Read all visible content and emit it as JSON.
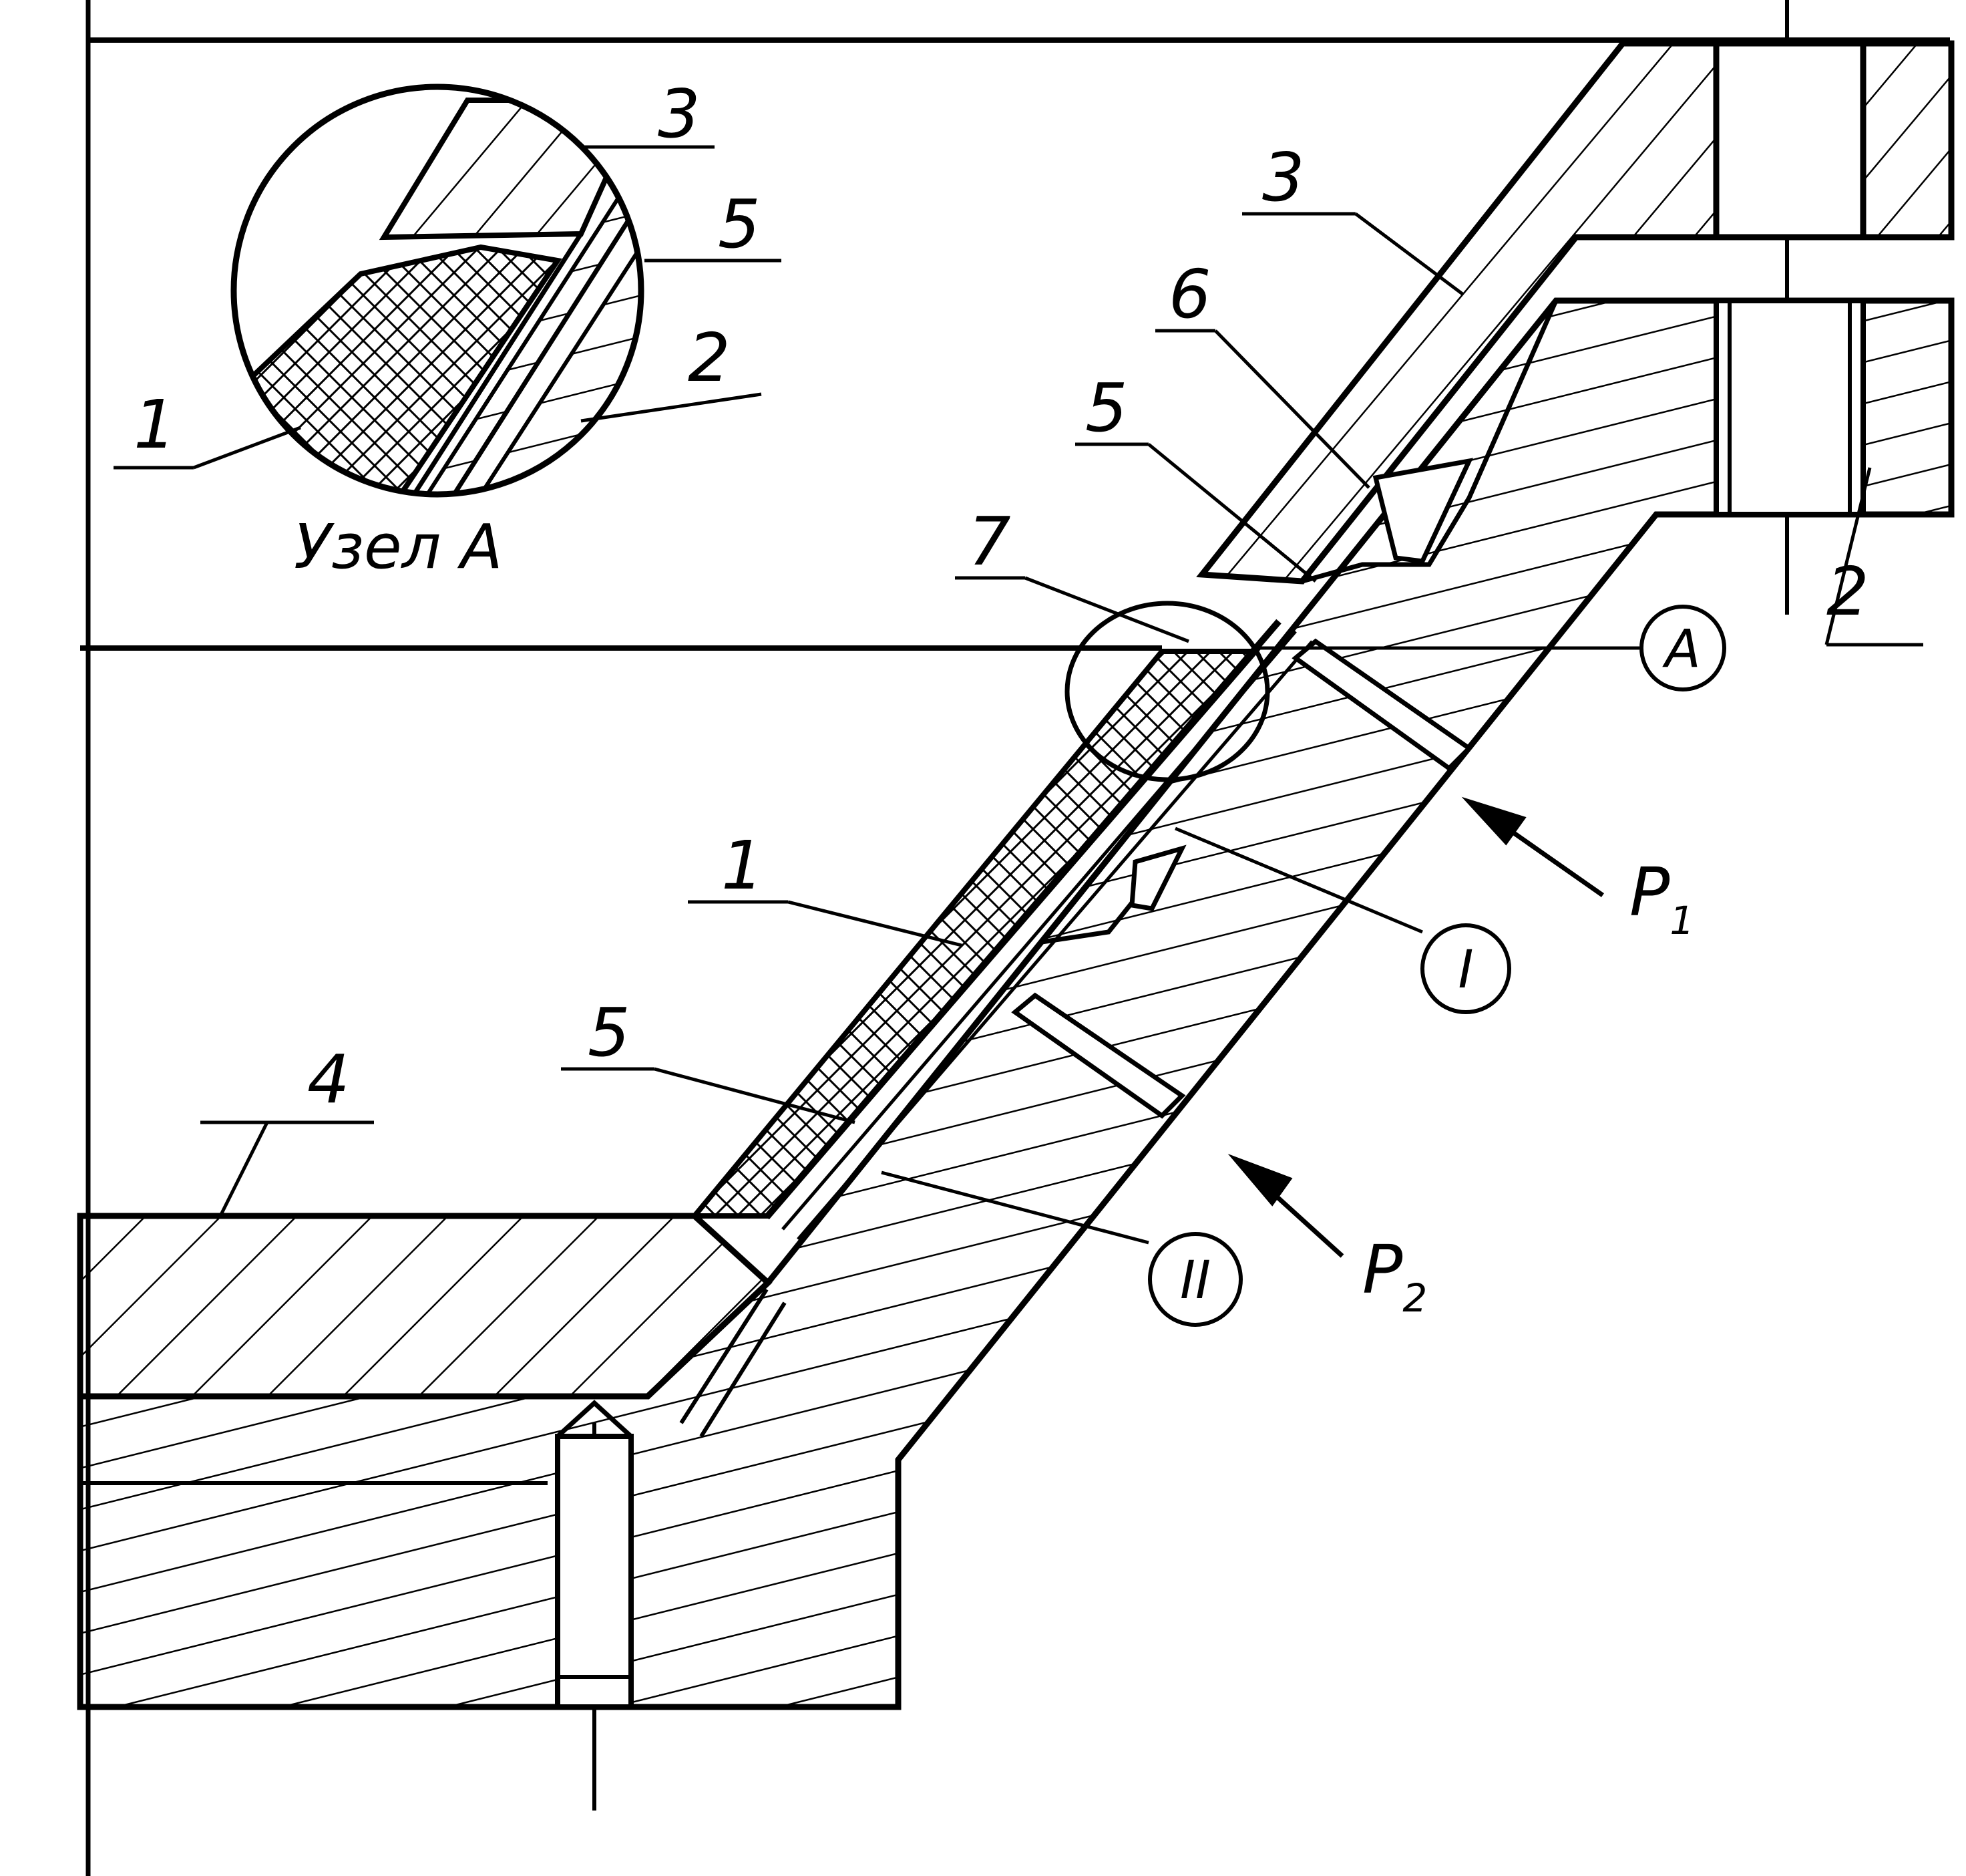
{
  "title": "",
  "detail_view": {
    "caption": "Узел A",
    "labels": [
      "3",
      "5",
      "2",
      "1"
    ]
  },
  "part_labels": {
    "p1": "1",
    "p2": "2",
    "p3": "3",
    "p4": "4",
    "p5_upper": "5",
    "p5_lower": "5",
    "p6": "6",
    "p7": "7"
  },
  "callouts": {
    "node_a": "A",
    "zone_1": "I",
    "zone_2": "II"
  },
  "forces": {
    "p1_letter": "P",
    "p1_index": "1",
    "p2_letter": "P",
    "p2_index": "2"
  },
  "colors": {
    "ink": "#000000",
    "paper": "#ffffff"
  }
}
